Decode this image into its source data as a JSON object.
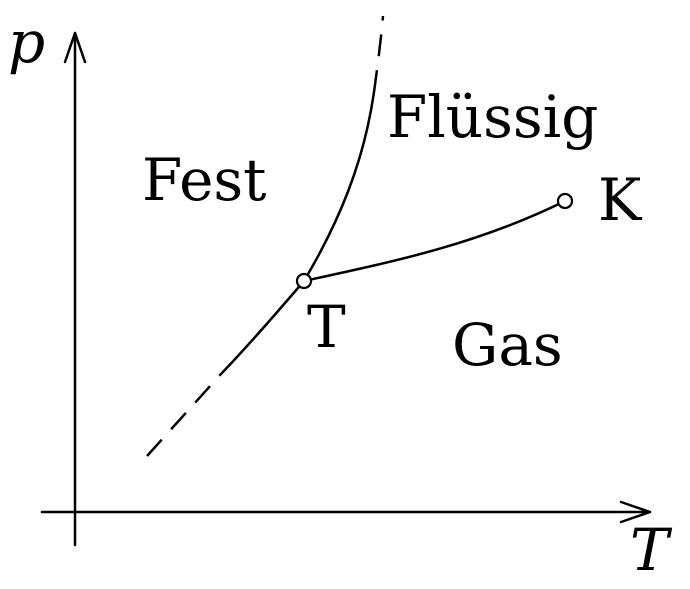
{
  "axes": {
    "y_label": "p",
    "x_label": "T"
  },
  "regions": {
    "solid": "Fest",
    "liquid": "Flüssig",
    "gas": "Gas"
  },
  "points": {
    "triple": "T",
    "critical": "K"
  }
}
